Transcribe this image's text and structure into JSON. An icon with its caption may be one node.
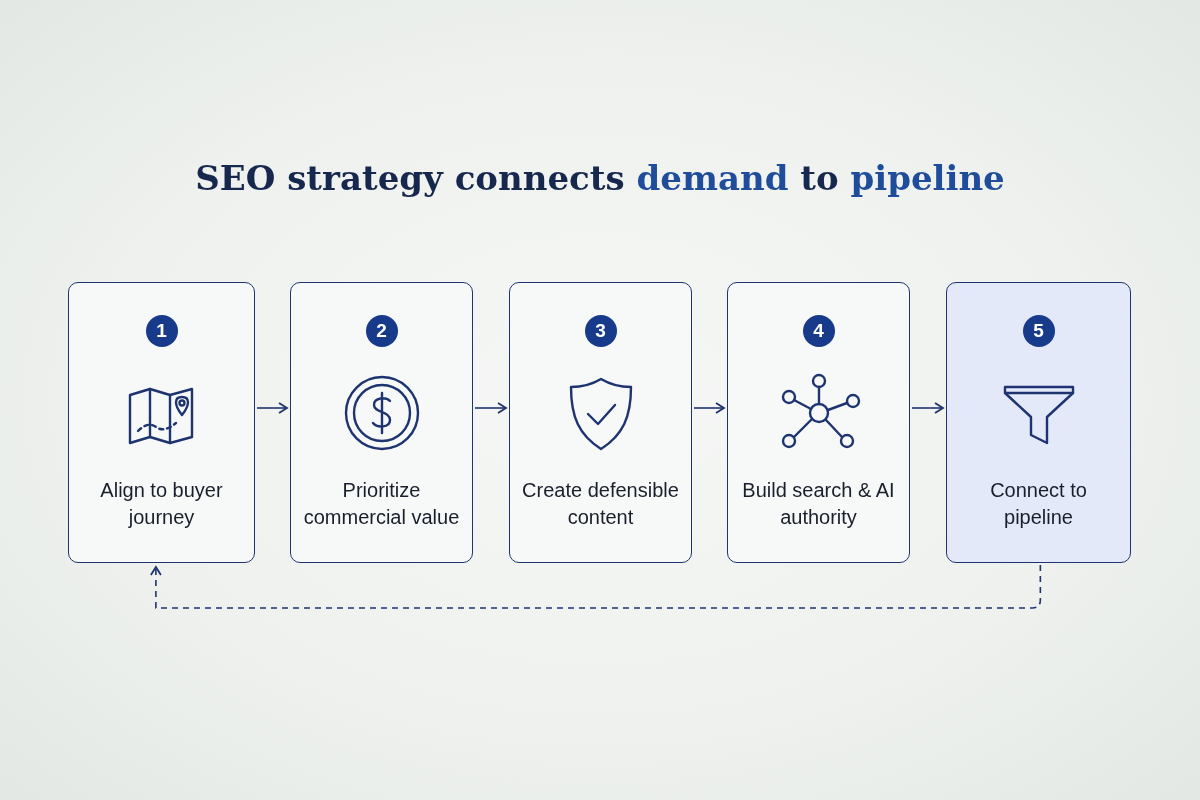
{
  "diagram": {
    "title": "SEO strategy connects **demand** to **pipeline**",
    "nodes": [
      {
        "text": [
          "1",
          "Align to buyer journey"
        ]
      },
      {
        "text": [
          "2",
          "Prioritize commercial value"
        ]
      },
      {
        "text": [
          "3",
          "Create defensible content"
        ]
      },
      {
        "text": [
          "4",
          "Build search & AI authority"
        ]
      },
      {
        "text": [
          "5",
          "Connect to pipeline"
        ]
      }
    ],
    "edges": [
      {
        "from": 0,
        "to": 1,
        "arrow": "to"
      },
      {
        "from": 1,
        "to": 2,
        "arrow": "to"
      },
      {
        "from": 2,
        "to": 3,
        "arrow": "to"
      },
      {
        "from": 3,
        "to": 4,
        "arrow": "to"
      },
      {
        "from": 4,
        "to": 0,
        "arrow": "to",
        "style": "dashed"
      }
    ]
  }
}
